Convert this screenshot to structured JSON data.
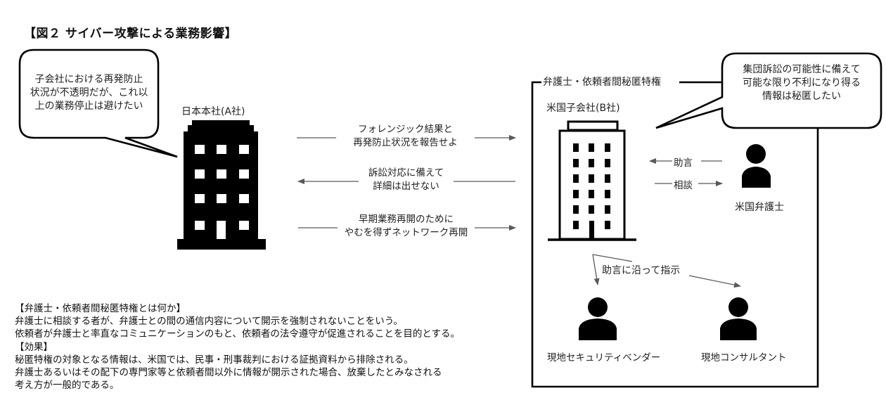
{
  "figure": {
    "title": "【図２ サイバー攻撃による業務影響】"
  },
  "japan_hq": {
    "label": "日本本社(A社)",
    "speech": [
      "子会社における再発防止",
      "状況が不透明だが、これ以",
      "上の業務停止は避けたい"
    ]
  },
  "us_subsidiary": {
    "label": "米国子会社(B社)",
    "speech": [
      "集団訴訟の可能性に備えて",
      "可能な限り不利になり得る",
      "情報は秘匿したい"
    ]
  },
  "privilege_frame": {
    "label": "弁護士・依頼者間秘匿特権"
  },
  "flows": [
    {
      "lines": [
        "フォレンジック結果と",
        "再発防止状況を報告せよ"
      ],
      "direction": "right"
    },
    {
      "lines": [
        "訴訟対応に備えて",
        "詳細は出せない"
      ],
      "direction": "left"
    },
    {
      "lines": [
        "早期業務再開のために",
        "やむを得ずネットワーク再開"
      ],
      "direction": "right"
    }
  ],
  "lawyer": {
    "label": "米国弁護士",
    "advice_label": "助言",
    "consult_label": "相談"
  },
  "instruction": {
    "label": "助言に沿って指示"
  },
  "vendors": [
    {
      "label": "現地セキュリティベンダー"
    },
    {
      "label": "現地コンサルタント"
    }
  ],
  "notes": {
    "heading1": "【弁護士・依頼者間秘匿特権とは何か】",
    "line1": "弁護士に相談する者が、弁護士との間の通信内容について開示を強制されないことをいう。",
    "line2": "依頼者が弁護士と率直なコミュニケーションのもと、依頼者の法令遵守が促進されることを目的とする。",
    "heading2": "【効果】",
    "line3": "秘匿特権の対象となる情報は、米国では、民事・刑事裁判における証拠資料から排除される。",
    "line4": "弁護士あるいはその配下の専門家等と依頼者間以外に情報が開示された場合、放棄したとみなされる",
    "line5": "考え方が一般的である。"
  },
  "colors": {
    "ink": "#000000",
    "arrow": "#595959",
    "background": "#ffffff"
  }
}
